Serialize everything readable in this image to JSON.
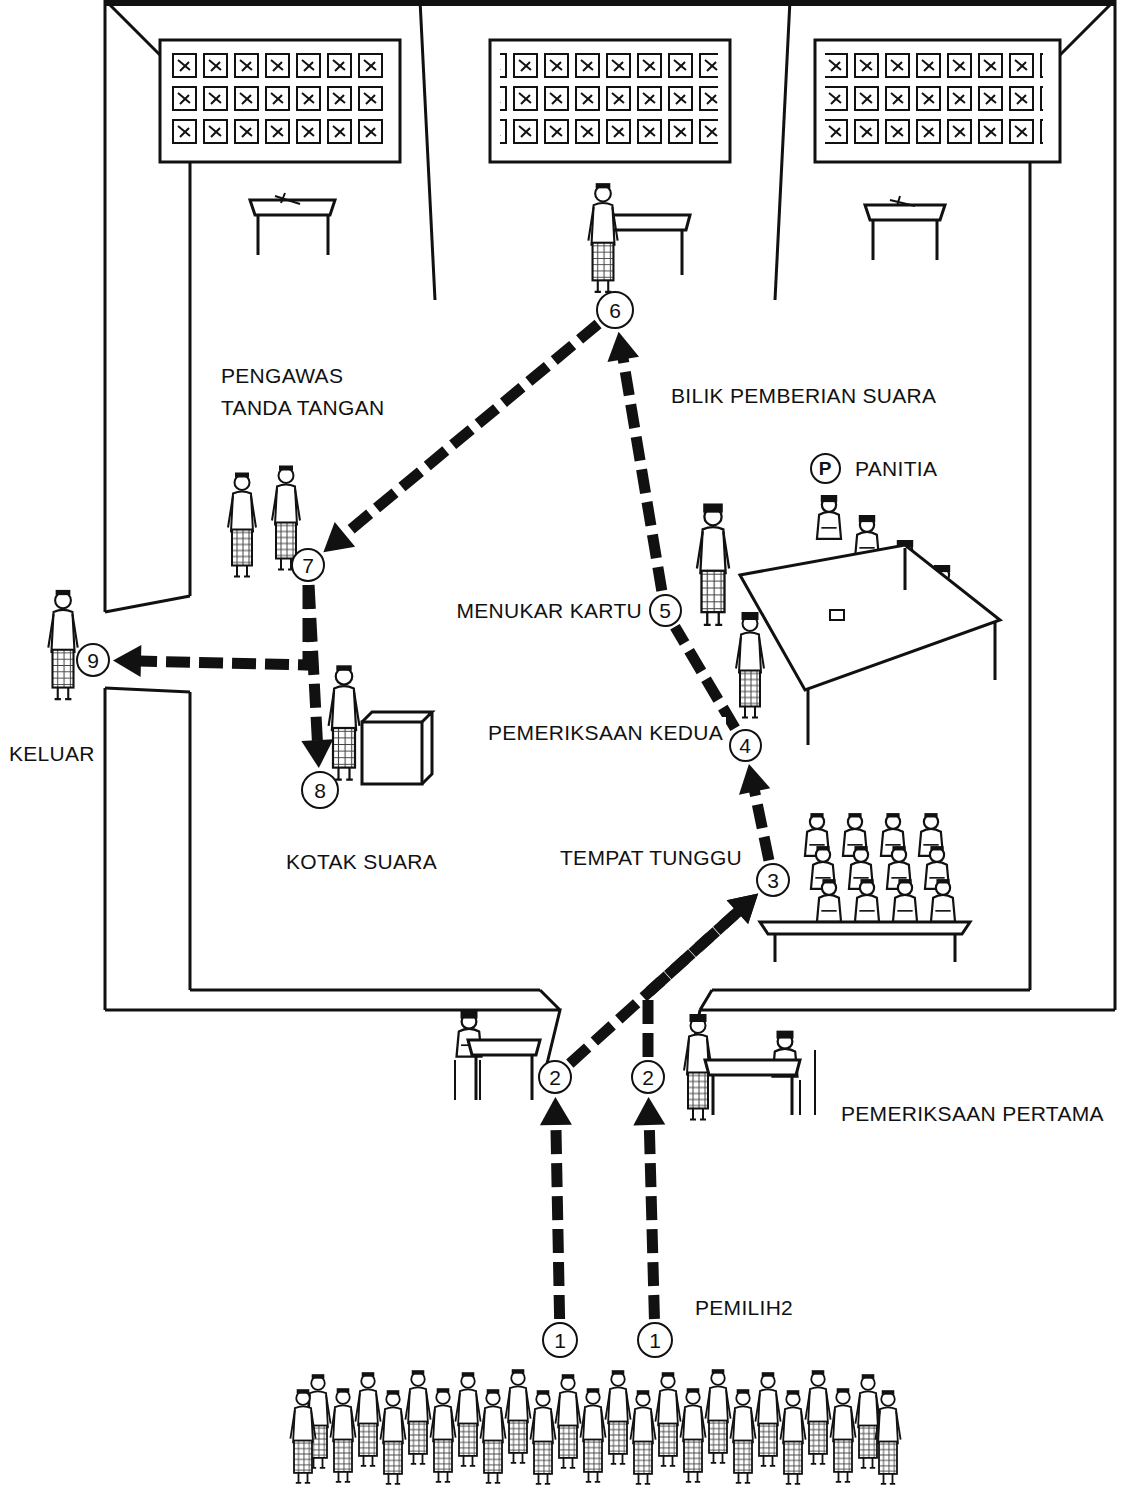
{
  "diagram": {
    "nodes": [
      {
        "text": [
          "1"
        ]
      },
      {
        "text": [
          "1"
        ]
      },
      {
        "text": [
          "2"
        ]
      },
      {
        "text": [
          "2"
        ]
      },
      {
        "text": [
          "3"
        ]
      },
      {
        "text": [
          "4"
        ]
      },
      {
        "text": [
          "5"
        ]
      },
      {
        "text": [
          "6"
        ]
      },
      {
        "text": [
          "7"
        ]
      },
      {
        "text": [
          "8"
        ]
      },
      {
        "text": [
          "9"
        ]
      },
      {
        "text": [
          "P"
        ]
      }
    ],
    "edges": [
      {
        "from": 0,
        "to": 2,
        "arrow": "to"
      },
      {
        "from": 1,
        "to": 3,
        "arrow": "to"
      },
      {
        "from": 2,
        "to": 4,
        "arrow": "to"
      },
      {
        "from": 3,
        "to": 4,
        "arrow": "to"
      },
      {
        "from": 4,
        "to": 5,
        "arrow": "to"
      },
      {
        "from": 5,
        "to": 6,
        "arrow": "none"
      },
      {
        "from": 6,
        "to": 7,
        "arrow": "to"
      },
      {
        "from": 7,
        "to": 8,
        "arrow": "to"
      },
      {
        "from": 8,
        "to": 9,
        "arrow": "to"
      },
      {
        "from": 8,
        "to": 10,
        "arrow": "to"
      }
    ],
    "labels": [
      "PENGAWAS TANDA TANGAN",
      "BILIK PEMBERIAN SUARA",
      "PANITIA",
      "MENUKAR KARTU",
      "PEMERIKSAAN KEDUA",
      "KELUAR",
      "KOTAK SUARA",
      "TEMPAT TUNGGU",
      "PEMERIKSAAN PERTAMA",
      "PEMILIH2"
    ]
  }
}
